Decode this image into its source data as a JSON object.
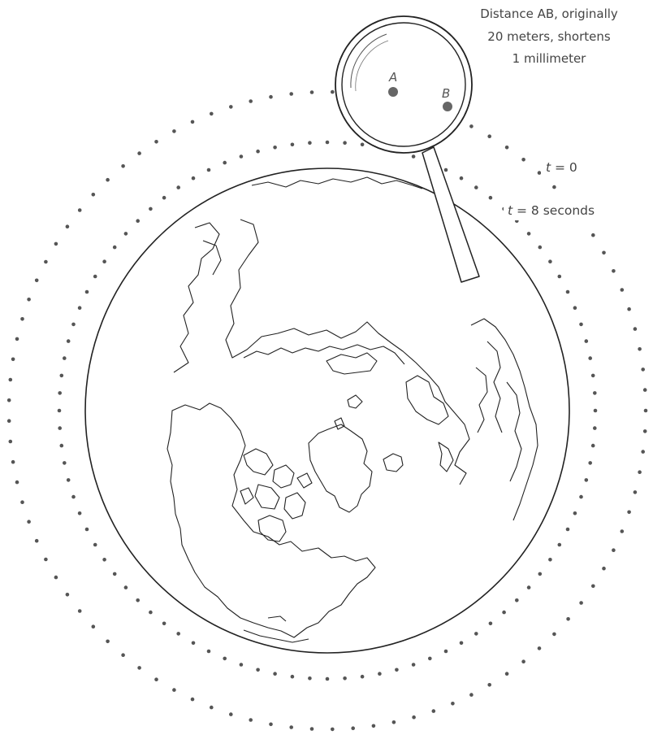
{
  "caption": {
    "line1": "Distance AB, originally",
    "line2": "20 meters, shortens",
    "line3": "1 millimeter"
  },
  "labels": {
    "point_a": "A",
    "point_b": "B",
    "ring_outer_var": "t",
    "ring_outer_value": " = 0",
    "ring_inner_var": "t",
    "ring_inner_value": " = 8 seconds"
  },
  "colors": {
    "dots": "#555555",
    "outline": "#222222",
    "points": "#666666",
    "text": "#444444"
  }
}
